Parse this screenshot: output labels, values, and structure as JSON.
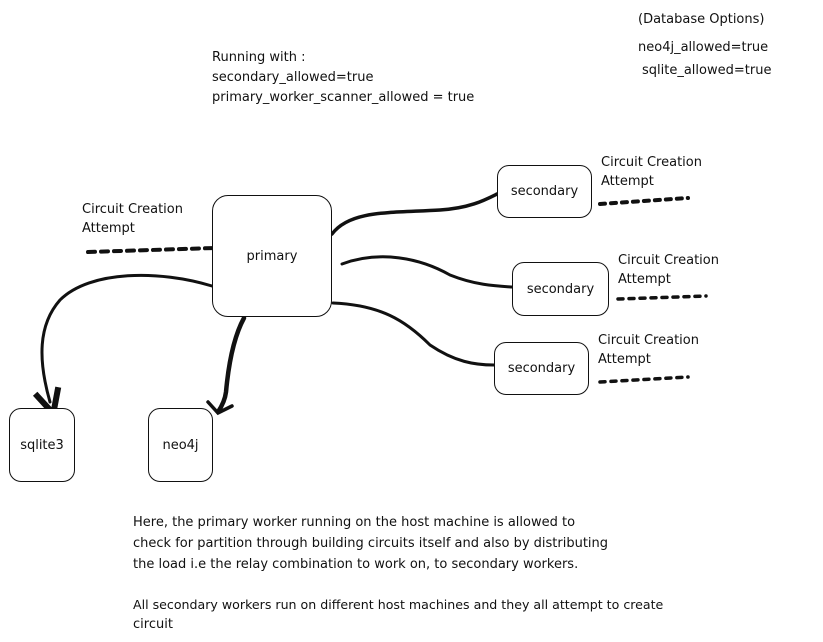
{
  "running": {
    "heading": "Running with :",
    "line1": "secondary_allowed=true",
    "line2": "primary_worker_scanner_allowed = true"
  },
  "db_options": {
    "heading": "(Database Options)",
    "line1": "neo4j_allowed=true",
    "line2": "sqlite_allowed=true"
  },
  "nodes": {
    "primary": "primary",
    "secondary_1": "secondary",
    "secondary_2": "secondary",
    "secondary_3": "secondary",
    "sqlite": "sqlite3",
    "neo4j": "neo4j"
  },
  "attempts": {
    "primary": {
      "line1": "Circuit Creation",
      "line2": "Attempt"
    },
    "secondary_1": {
      "line1": "Circuit Creation",
      "line2": "Attempt"
    },
    "secondary_2": {
      "line1": "Circuit Creation",
      "line2": "Attempt"
    },
    "secondary_3": {
      "line1": "Circuit Creation",
      "line2": "Attempt"
    }
  },
  "description": {
    "p1_line1": "Here, the primary worker running on the host machine is allowed to",
    "p1_line2": "check for partition through building circuits itself and also by distributing",
    "p1_line3": "the load i.e the relay combination to work on, to secondary workers.",
    "p2_line1": "All secondary workers run on different host machines and they all attempt to create",
    "p2_line2": "circuit"
  }
}
